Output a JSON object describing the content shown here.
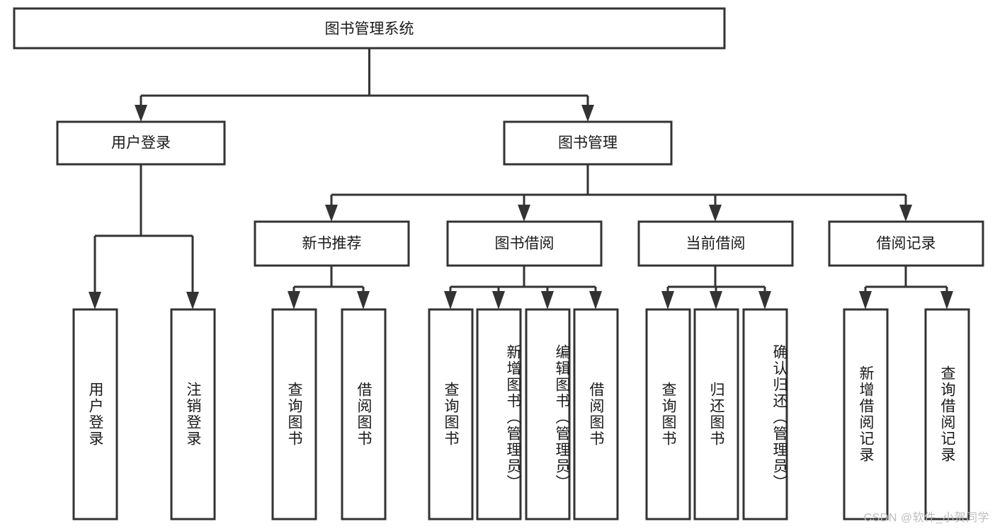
{
  "diagram": {
    "title": "图书管理系统",
    "type": "tree-hierarchy-diagram",
    "root": {
      "id": "root",
      "label": "图书管理系统"
    },
    "level2": [
      {
        "id": "user-login",
        "label": "用户登录"
      },
      {
        "id": "book-manage",
        "label": "图书管理"
      }
    ],
    "level3": [
      {
        "id": "new-book-recommend",
        "label": "新书推荐",
        "parent": "book-manage"
      },
      {
        "id": "book-borrow",
        "label": "图书借阅",
        "parent": "book-manage"
      },
      {
        "id": "current-borrow",
        "label": "当前借阅",
        "parent": "book-manage"
      },
      {
        "id": "borrow-record",
        "label": "借阅记录",
        "parent": "book-manage"
      }
    ],
    "leaves": [
      {
        "id": "leaf-user-login",
        "label": "用户登录",
        "parent": "user-login"
      },
      {
        "id": "leaf-user-logout",
        "label": "注销登录",
        "parent": "user-login"
      },
      {
        "id": "leaf-query-book-1",
        "label": "查询图书",
        "parent": "new-book-recommend"
      },
      {
        "id": "leaf-borrow-book-1",
        "label": "借阅图书",
        "parent": "new-book-recommend"
      },
      {
        "id": "leaf-query-book-2",
        "label": "查询图书",
        "parent": "book-borrow"
      },
      {
        "id": "leaf-add-book",
        "label": "新增图书（管理员）",
        "parent": "book-borrow"
      },
      {
        "id": "leaf-edit-book",
        "label": "编辑图书（管理员）",
        "parent": "book-borrow"
      },
      {
        "id": "leaf-borrow-book-2",
        "label": "借阅图书",
        "parent": "book-borrow"
      },
      {
        "id": "leaf-query-book-3",
        "label": "查询图书",
        "parent": "current-borrow"
      },
      {
        "id": "leaf-return-book",
        "label": "归还图书",
        "parent": "current-borrow"
      },
      {
        "id": "leaf-confirm-return",
        "label": "确认归还（管理员）",
        "parent": "current-borrow"
      },
      {
        "id": "leaf-add-record",
        "label": "新增借阅记录",
        "parent": "borrow-record"
      },
      {
        "id": "leaf-query-record",
        "label": "查询借阅记录",
        "parent": "borrow-record"
      }
    ],
    "colors": {
      "box_stroke": "#333333",
      "box_fill": "#ffffff",
      "text": "#1a1a1a",
      "connector": "#333333",
      "watermark": "#bdbdbd",
      "background": "#ffffff"
    }
  },
  "watermark": {
    "text": "CSDN @软件_小贺同学"
  }
}
